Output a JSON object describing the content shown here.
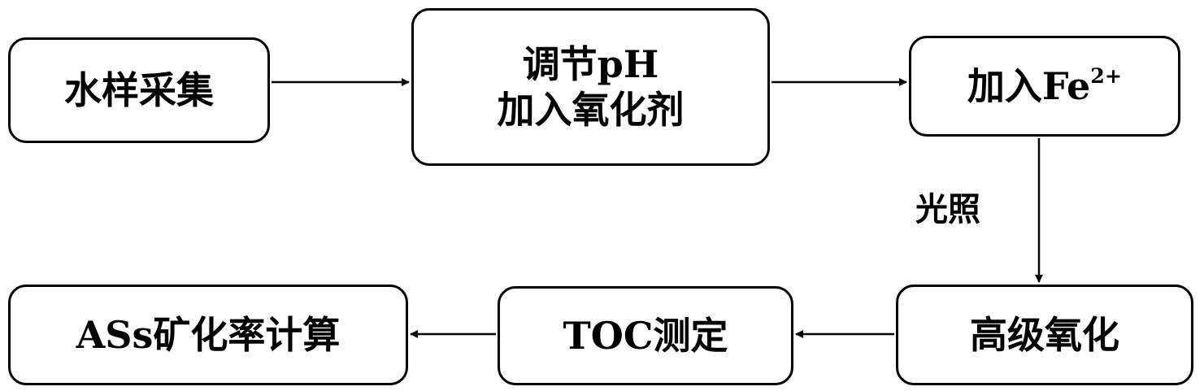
{
  "steps": {
    "sampling": "水样采集",
    "adjust_ph": "调节pH",
    "add_oxidant": "加入氧化剂",
    "add_fe_base": "加入Fe",
    "add_fe_sup": "2+",
    "advanced_oxidation": "高级氧化",
    "toc": "TOC测定",
    "mineralization": "ASs矿化率计算"
  },
  "edge_labels": {
    "illumination": "光照"
  }
}
